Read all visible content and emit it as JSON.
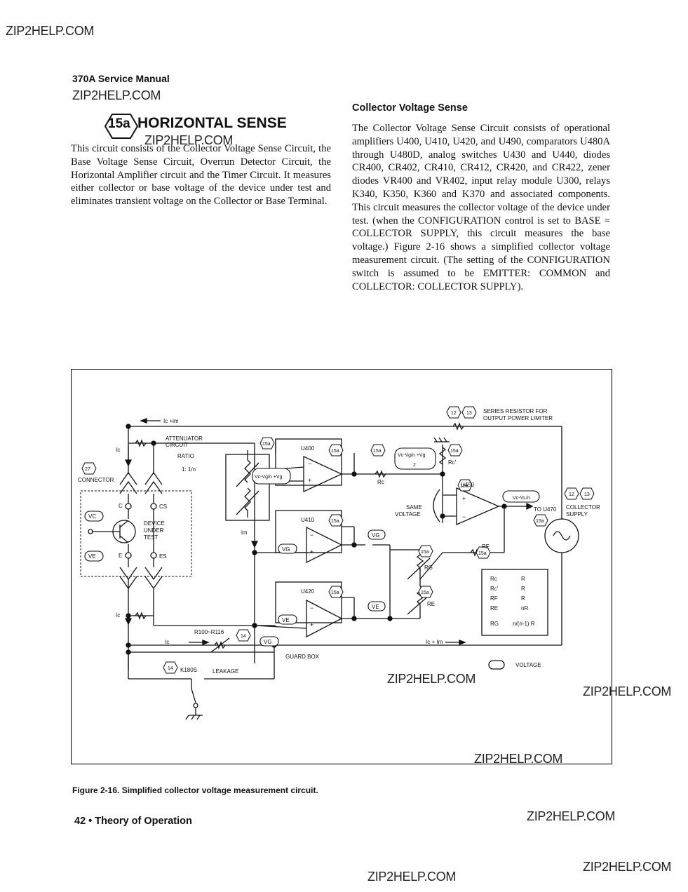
{
  "watermarks": [
    "ZIP2HELP.COM",
    "ZIP2HELP.COM",
    "ZIP2HELP.COM",
    "ZIP2HELP.COM",
    "ZIP2HELP.COM",
    "ZIP2HELP.COM",
    "ZIP2HELP.COM",
    "ZIP2HELP.COM",
    "ZIP2HELP.COM"
  ],
  "header": {
    "manual_title": "370A Service Manual"
  },
  "section": {
    "number": "15a",
    "title": "HORIZONTAL SENSE"
  },
  "left_paragraph": "This circuit consists of the Collector Voltage Sense Circuit, the Base Voltage Sense Circuit, Overrun Detector Circuit, the Horizontal Amplifier circuit and the Timer Circuit. It measures either collector or base voltage of the device under test and eliminates transient voltage on the Collector or Base Terminal.",
  "subsection": {
    "title": "Collector Voltage Sense",
    "paragraph": "The Collector Voltage Sense Circuit consists of operational amplifiers U400, U410, U420, and U490, comparators U480A through U480D, analog switches U430 and U440, diodes CR400, CR402, CR410, CR412, CR420, and CR422, zener diodes VR400 and VR402, input relay module U300, relays K340, K350, K360 and K370 and associated components. This circuit measures the collector voltage of the device under test. (when the CONFIGURATION control is set to BASE = COLLECTOR SUPPLY, this circuit measures the base voltage.) Figure 2-16 shows a simplified collector voltage measurement circuit. (The setting of the CONFIGURATION switch is assumed to be EMITTER: COMMON and COLLECTOR: COLLECTOR SUPPLY)."
  },
  "figure": {
    "labels": {
      "ic_im_top": "Ic +im",
      "ic_left": "Ic",
      "ic_left_bottom": "Ic",
      "attenuator_1": "ATTENUATOR",
      "attenuator_2": "CIRCUIT",
      "ratio": "RATIO",
      "ratio_value": "1: 1/n",
      "connector_ref": "27",
      "connector": "CONNECTOR",
      "c": "C",
      "cs": "CS",
      "e": "E",
      "es": "ES",
      "vc_badge": "VC",
      "ve_badge": "VE",
      "device_1": "DEVICE",
      "device_2": "UNDER",
      "device_3": "TEST",
      "im": "im",
      "u400": "U400",
      "u410": "U410",
      "u420": "U420",
      "u450": "U450",
      "ref15a": "15a",
      "ref12": "12",
      "ref13": "13",
      "ref14": "14",
      "series_res_1": "SERIES RESISTOR FOR",
      "series_res_2": "OUTPUT POWER LIMITER",
      "formula_top": "Vc-Vg/n +Vg",
      "formula_top_div": "2",
      "formula_in": "Vc-Vg/n +Vg",
      "rc": "Rc",
      "rc_prime": "Rc'",
      "same_1": "SAME",
      "same_2": "VOLTAGE",
      "vg_badge": "VG",
      "ve_badge2": "VE",
      "vg_badge2": "VG",
      "rf": "RF",
      "rg": "RG",
      "re": "RE",
      "out_formula": "Vc-VL/n",
      "to_u470": "TO U470",
      "collector_1": "COLLECTOR",
      "collector_2": "SUPPLY",
      "table": [
        {
          "k": "Rc",
          "v": "R"
        },
        {
          "k": "Rc'",
          "v": "R"
        },
        {
          "k": "RF",
          "v": "R"
        },
        {
          "k": "RE",
          "v": "nR"
        },
        {
          "k": "RG",
          "v": "n/(n-1) R"
        }
      ],
      "r100": "R100~R116",
      "ic_bottom": "Ic",
      "ic_im_bottom": "Ic + Im",
      "guard_box": "GUARD BOX",
      "k180s": "K180S",
      "leakage": "LEAKAGE",
      "voltage_legend": "VOLTAGE",
      "plus": "+",
      "minus": "−"
    }
  },
  "caption": "Figure 2-16.  Simplified collector voltage measurement circuit.",
  "footer": "42  •  Theory of Operation"
}
